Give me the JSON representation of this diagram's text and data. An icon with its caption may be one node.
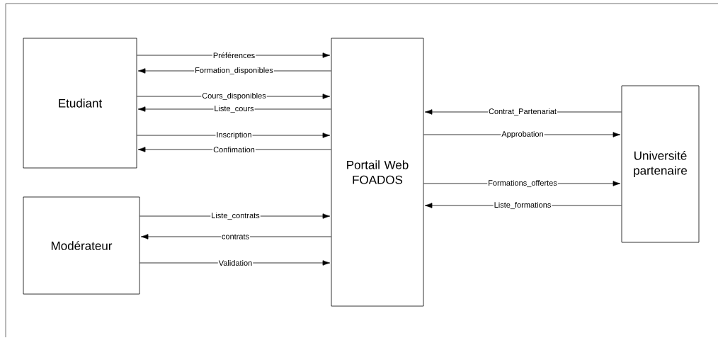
{
  "diagram": {
    "nodes": [
      {
        "text": [
          "Etudiant"
        ]
      },
      {
        "text": [
          "Portail Web FOADOS"
        ]
      },
      {
        "text": [
          "Modérateur"
        ]
      },
      {
        "text": [
          "Université partenaire"
        ]
      }
    ],
    "edges": [
      {
        "from": 0,
        "to": 1,
        "arrow": "to",
        "label": "Préférences"
      },
      {
        "from": 1,
        "to": 0,
        "arrow": "to",
        "label": "Formation_disponibles"
      },
      {
        "from": 0,
        "to": 1,
        "arrow": "to",
        "label": "Cours_disponibles"
      },
      {
        "from": 1,
        "to": 0,
        "arrow": "to",
        "label": "Liste_cours"
      },
      {
        "from": 0,
        "to": 1,
        "arrow": "to",
        "label": "Inscription"
      },
      {
        "from": 1,
        "to": 0,
        "arrow": "to",
        "label": "Confimation"
      },
      {
        "from": 2,
        "to": 1,
        "arrow": "to",
        "label": "Liste_contrats"
      },
      {
        "from": 1,
        "to": 2,
        "arrow": "to",
        "label": "contrats"
      },
      {
        "from": 2,
        "to": 1,
        "arrow": "to",
        "label": "Validation"
      },
      {
        "from": 3,
        "to": 1,
        "arrow": "to",
        "label": "Contrat_Partenariat"
      },
      {
        "from": 1,
        "to": 3,
        "arrow": "to",
        "label": "Approbation"
      },
      {
        "from": 1,
        "to": 3,
        "arrow": "to",
        "label": "Formations_offertes"
      },
      {
        "from": 3,
        "to": 1,
        "arrow": "to",
        "label": "Liste_formations"
      }
    ]
  }
}
